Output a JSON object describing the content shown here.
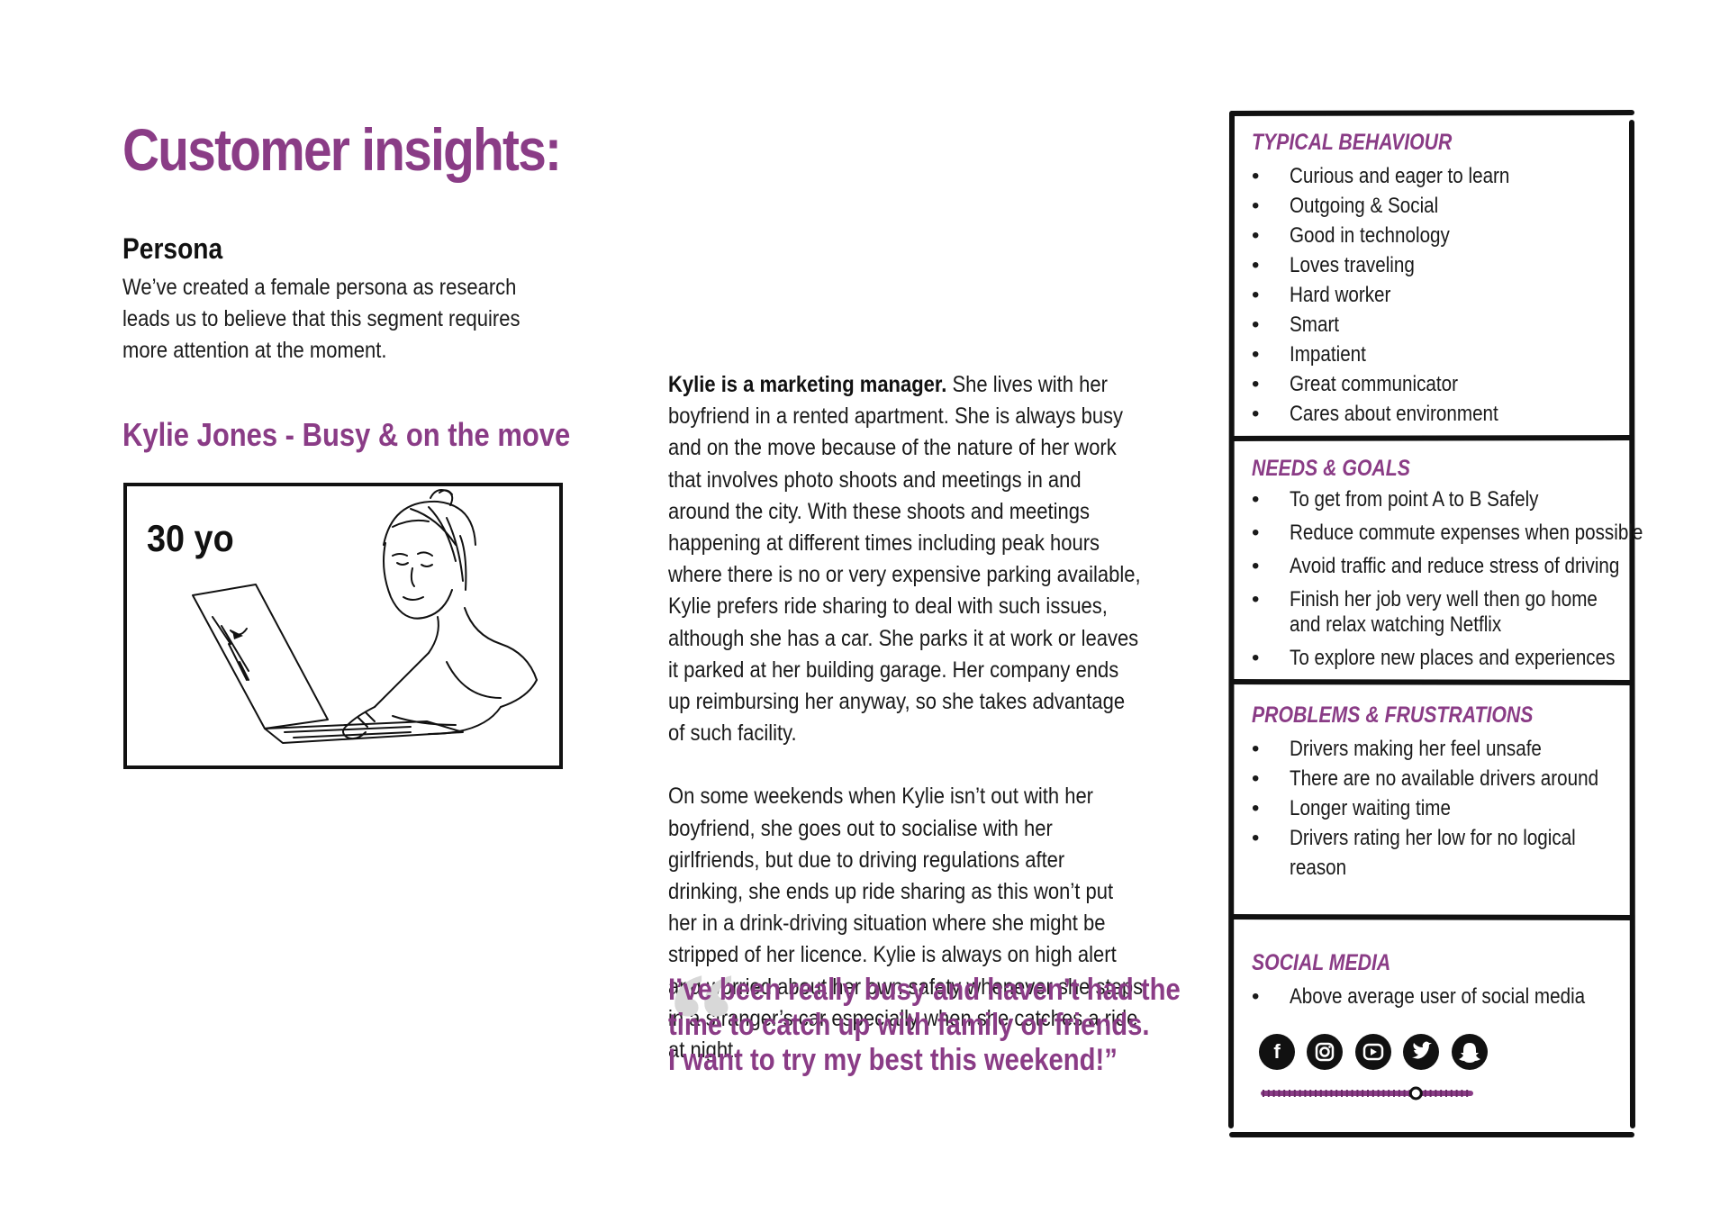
{
  "page": {
    "title": "Customer insights:",
    "persona_heading": "Persona",
    "persona_intro": "We’ve created a female persona as research leads us to believe that this segment requires more attention at the moment.",
    "persona_name": "Kylie Jones - Busy & on the move",
    "age": "30 yo"
  },
  "bio": {
    "lead_bold": "Kylie is a marketing manager.",
    "para1_rest": " She lives with her boyfriend in a rented apartment. She is always busy and on the move because of the nature of her work that involves photo shoots and meetings in and around the city. With these shoots and meetings happening at different times including peak hours where there is no or very expensive parking available, Kylie prefers ride sharing to deal with such issues, although she has a car. She parks it at work or leaves it parked at her building garage. Her company ends up reimbursing her anyway, so she takes advantage of such facility.",
    "para2": "On some weekends when Kylie isn’t out with her boyfriend, she goes out to socialise with her girlfriends, but due to driving regulations after drinking, she ends up ride sharing as this won’t put her in a drink-driving situation where she might be stripped of her licence. Kylie is always on high alert and worried about her own safety whenever she steps in a stranger’s car especially when she catches a ride at night."
  },
  "quote": {
    "mark": "“",
    "line1": "I’ve been really busy and haven’t had the",
    "line2": "time to catch up with family or friends.",
    "line3": "I want to try my best this weekend!”"
  },
  "bullet": "•",
  "panel": {
    "behaviour": {
      "title": "TYPICAL BEHAVIOUR",
      "items": [
        "Curious and eager to learn",
        "Outgoing & Social",
        "Good in technology",
        "Loves traveling",
        "Hard worker",
        "Smart",
        "Impatient",
        "Great communicator",
        "Cares about environment"
      ]
    },
    "needs": {
      "title": "NEEDS & GOALS",
      "items": [
        "To get from point A to B Safely",
        "Reduce commute expenses when possible",
        "Avoid traffic and reduce stress of driving",
        "Finish her job very well then go home",
        "To explore new places and experiences"
      ],
      "item4_line2": "and relax watching Netflix"
    },
    "problems": {
      "title": "PROBLEMS & FRUSTRATIONS",
      "items": [
        "Drivers making her feel unsafe",
        "There are no available drivers around",
        "Longer waiting time",
        "Drivers rating her low for no logical"
      ],
      "item4_line2": "reason"
    },
    "social": {
      "title": "SOCIAL MEDIA",
      "items": [
        "Above average user of social media"
      ],
      "icons": [
        "facebook-icon",
        "instagram-icon",
        "youtube-icon",
        "twitter-icon",
        "snapchat-icon"
      ],
      "usage_level": 0.73
    }
  },
  "colors": {
    "accent": "#8a3c86",
    "text": "#1a1a1a",
    "quote_mark": "#d8d8d8"
  }
}
